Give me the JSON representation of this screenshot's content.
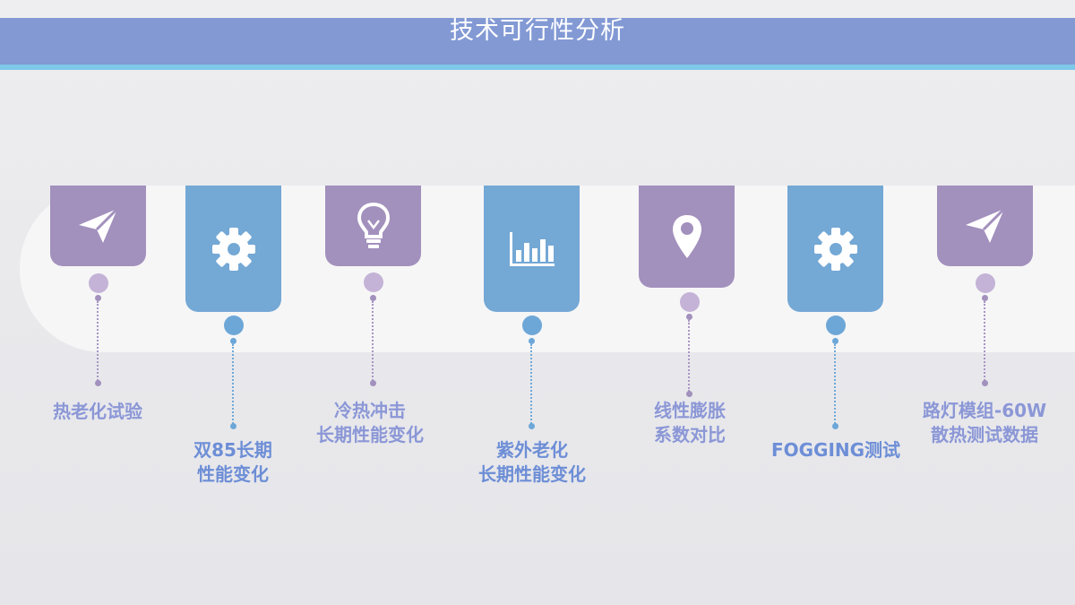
{
  "title": "技术可行性分析",
  "steps": [
    {
      "lines": [
        "热老化试验"
      ],
      "icon": "paper-plane-icon"
    },
    {
      "lines": [
        "双85长期",
        "性能变化"
      ],
      "icon": "gear-icon"
    },
    {
      "lines": [
        "冷热冲击",
        "长期性能变化"
      ],
      "icon": "lightbulb-icon"
    },
    {
      "lines": [
        "紫外老化",
        "长期性能变化"
      ],
      "icon": "bar-chart-icon"
    },
    {
      "lines": [
        "线性膨胀",
        "系数对比"
      ],
      "icon": "map-pin-icon"
    },
    {
      "lines": [
        "FOGGING测试"
      ],
      "icon": "gear-icon"
    },
    {
      "lines": [
        "路灯模组-60W",
        "散热测试数据"
      ],
      "icon": "paper-plane-icon"
    }
  ],
  "colors": {
    "header": "#8299d4",
    "header_line": "#7ec8ea",
    "purple": "#a290bd",
    "blue": "#74a8d5"
  }
}
